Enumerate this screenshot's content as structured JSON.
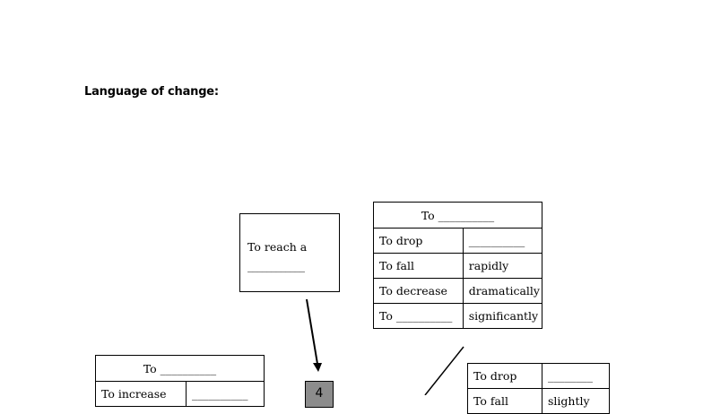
{
  "heading": "Language of change:",
  "reach_box": {
    "line1": "To reach a",
    "line2": "____________"
  },
  "table_a": {
    "header": "To __________",
    "rows": [
      [
        "To drop",
        "__________"
      ],
      [
        "To fall",
        "rapidly"
      ],
      [
        "To decrease",
        "dramatically"
      ],
      [
        "To __________",
        "significantly"
      ]
    ]
  },
  "table_b": {
    "header": "To __________",
    "rows": [
      [
        "To increase",
        "__________"
      ]
    ]
  },
  "table_c": {
    "rows": [
      [
        "To drop",
        "________"
      ],
      [
        "To fall",
        "slightly"
      ]
    ]
  },
  "number_box": "4"
}
